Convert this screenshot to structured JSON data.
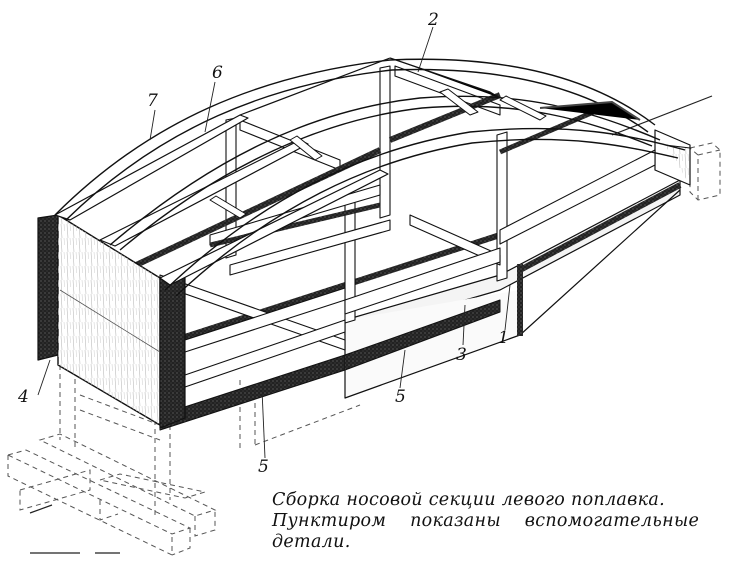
{
  "callouts": {
    "c1": "1",
    "c2": "2",
    "c3": "3",
    "c4": "4",
    "c5a": "5",
    "c5b": "5",
    "c6": "6",
    "c7": "7"
  },
  "caption": {
    "line1": "Сборка носовой секции левого поплавка.",
    "line2": "Пунктиром показаны вспомогательные",
    "line3": "детали."
  }
}
